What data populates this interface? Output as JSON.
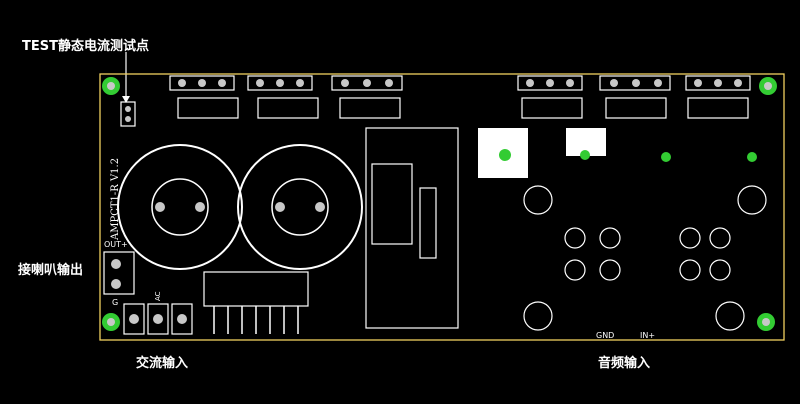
{
  "labels": {
    "test_point": "TEST静态电流测试点",
    "speaker_out": "接喇叭输出",
    "ac_input": "交流输入",
    "audio_input": "音频输入"
  },
  "silkscreen": {
    "model": "AMPCT1-R V1.2",
    "out_plus": "OUT+",
    "ground": "G",
    "ac": "AC",
    "gnd": "GND",
    "in_plus": "IN+"
  },
  "colors": {
    "background": "#000000",
    "board_outline": "#f0d060",
    "silkscreen": "#ffffff",
    "pad": "#c8c8c8",
    "pad_hole": "#000000",
    "mounting_hole": "#33cc33"
  }
}
